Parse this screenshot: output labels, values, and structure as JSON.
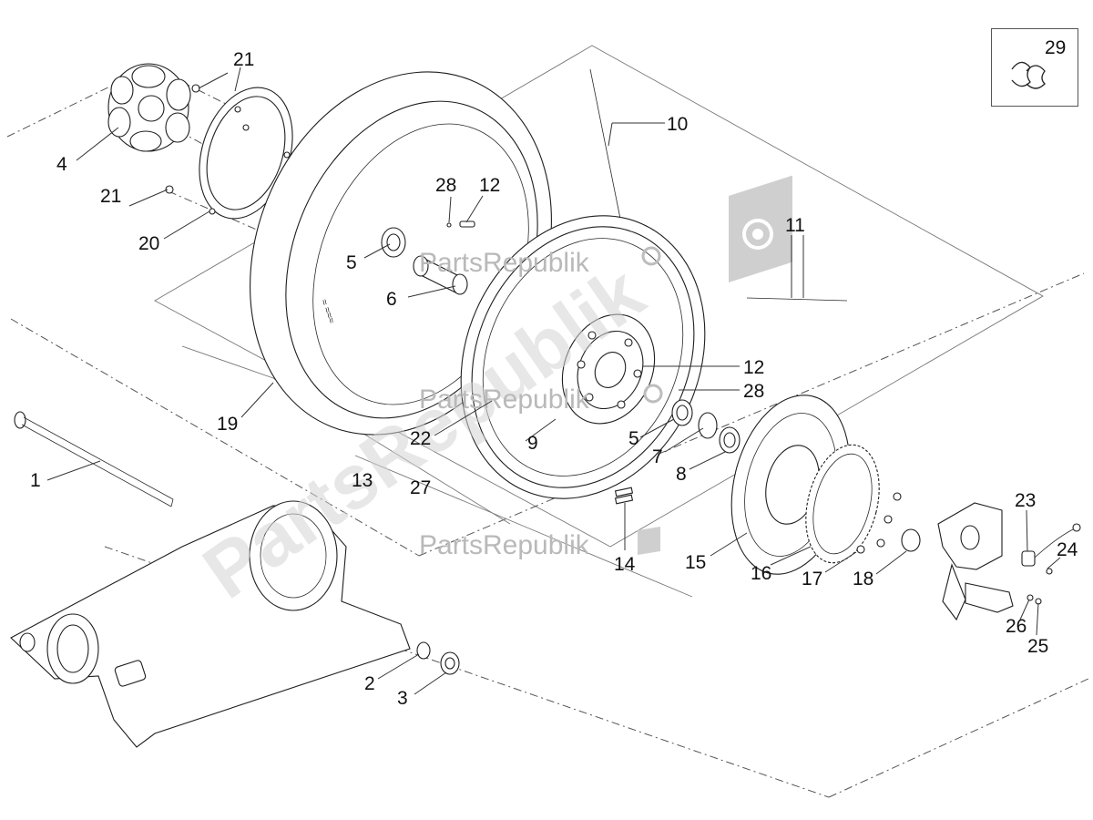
{
  "watermark": {
    "brand": "PartsRepublik",
    "diagonal": "PartsRepublik",
    "icon": "gear-flag-icon"
  },
  "legend": {
    "number": "29",
    "icon": "clip-icon"
  },
  "colors": {
    "line": "#1e1e1e",
    "watermark": "#b9b9b9"
  },
  "labels": [
    {
      "id": "1",
      "text": "1"
    },
    {
      "id": "2",
      "text": "2"
    },
    {
      "id": "3",
      "text": "3"
    },
    {
      "id": "4",
      "text": "4"
    },
    {
      "id": "5a",
      "text": "5"
    },
    {
      "id": "5b",
      "text": "5"
    },
    {
      "id": "6",
      "text": "6"
    },
    {
      "id": "7",
      "text": "7"
    },
    {
      "id": "8",
      "text": "8"
    },
    {
      "id": "9",
      "text": "9"
    },
    {
      "id": "10",
      "text": "10"
    },
    {
      "id": "11",
      "text": "11"
    },
    {
      "id": "12a",
      "text": "12"
    },
    {
      "id": "12b",
      "text": "12"
    },
    {
      "id": "13",
      "text": "13"
    },
    {
      "id": "14",
      "text": "14"
    },
    {
      "id": "15",
      "text": "15"
    },
    {
      "id": "16",
      "text": "16"
    },
    {
      "id": "17",
      "text": "17"
    },
    {
      "id": "18",
      "text": "18"
    },
    {
      "id": "19",
      "text": "19"
    },
    {
      "id": "20",
      "text": "20"
    },
    {
      "id": "21a",
      "text": "21"
    },
    {
      "id": "21b",
      "text": "21"
    },
    {
      "id": "22",
      "text": "22"
    },
    {
      "id": "23",
      "text": "23"
    },
    {
      "id": "24",
      "text": "24"
    },
    {
      "id": "25",
      "text": "25"
    },
    {
      "id": "26",
      "text": "26"
    },
    {
      "id": "27",
      "text": "27"
    },
    {
      "id": "28a",
      "text": "28"
    },
    {
      "id": "28b",
      "text": "28"
    }
  ]
}
